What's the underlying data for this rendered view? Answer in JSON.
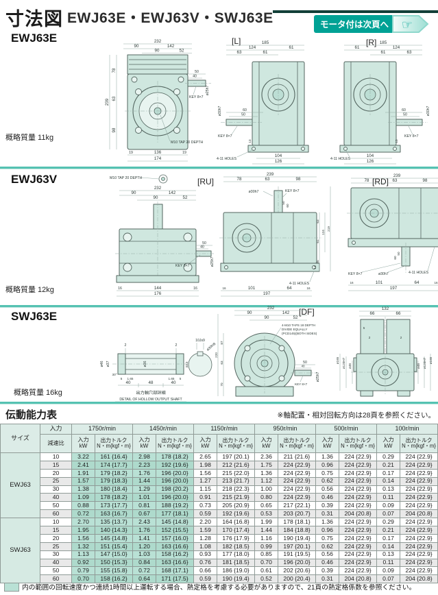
{
  "page": {
    "title": "寸法図",
    "subtitle": "EWJ63E・EWJ63V・SWJ63E",
    "badge": "モータ付は次頁へ"
  },
  "sections": [
    {
      "model": "EWJ63E",
      "mass": "概略質量 11kg",
      "views": [
        "[L]",
        "[R]"
      ]
    },
    {
      "model": "EWJ63V",
      "mass": "概略質量 12kg",
      "views": [
        "[RU]",
        "[RD]"
      ]
    },
    {
      "model": "SWJ63E",
      "mass": "概略質量 16kg",
      "views": [
        "[DF]"
      ]
    }
  ],
  "d": {
    "ef": [
      "232",
      "90",
      "142",
      "90",
      "52",
      "239",
      "78",
      "63",
      "98",
      "50",
      "40",
      "ø25h7",
      "KEY 8×7",
      "M10 TAP 20 DEPTH",
      "19",
      "136",
      "19",
      "174"
    ],
    "el": [
      "185",
      "124",
      "61",
      "63",
      "61",
      "60",
      "50",
      "ø30h7",
      "KEY 8×7",
      "13",
      "4-11 HOLES",
      "104",
      "126"
    ],
    "er": [
      "185",
      "61",
      "124",
      "61",
      "63",
      "60",
      "50",
      "ø30h7",
      "KEY 8×7",
      "13",
      "4-11 HOLES",
      "104",
      "126"
    ],
    "vf": [
      "M10 TAP 20 DEPTH",
      "232",
      "90",
      "142",
      "90",
      "52",
      "50",
      "40",
      "ø25h7",
      "KEY 8×7",
      "16",
      "144",
      "16",
      "176"
    ],
    "vru": [
      "239",
      "78",
      "63",
      "98",
      "ø30h7",
      "KEY 8×7",
      "50",
      "60",
      "63",
      "61",
      "95",
      "124",
      "219",
      "13",
      "16",
      "101",
      "64",
      "16",
      "197",
      "4-11 HOLES"
    ],
    "vrd": [
      "239",
      "78",
      "63",
      "98",
      "61",
      "95",
      "124",
      "185",
      "13",
      "29",
      "50",
      "60",
      "KEY 8×7",
      "ø30h7",
      "4-11 HOLES",
      "16",
      "101",
      "64",
      "16",
      "197"
    ],
    "sd": [
      "2",
      "2",
      "ø46",
      "ø37",
      "30°",
      "ø36",
      "5",
      "1.65",
      "1.65",
      "5",
      "40",
      "48",
      "40",
      "10Js9",
      "ø30H8",
      "33.3"
    ],
    "sd_cap": [
      "出力軸穴部詳細",
      "DETAIL OF HOLLOW OUTPUT SHAFT"
    ],
    "sdf": [
      "232",
      "90",
      "142",
      "90",
      "52",
      "4-M10 TAPS 18 DEPTH",
      "DIVIDE EQUALLY",
      "(PCD145)(BOTH SIDES)",
      "87",
      "220",
      "63",
      "70",
      "50",
      "40",
      "ø25h7",
      "KEY 8×7"
    ],
    "ssub": [
      "132",
      "66",
      "66",
      "ø165",
      "ø120H7",
      "ø48",
      "5",
      "2",
      "2",
      "ø48",
      "ø120H7",
      "ø165"
    ]
  },
  "notes": {
    "axis": "※軸配置・相対回転方向は28頁を参照ください。"
  },
  "table": {
    "title": "伝動能力表",
    "header": {
      "size": "サイズ",
      "input": "入力",
      "ratio": "減速比",
      "speeds": [
        "1750r/min",
        "1450r/min",
        "1150r/min",
        "950r/min",
        "500r/min",
        "100r/min"
      ],
      "sub_input": [
        "入力",
        "kW"
      ],
      "sub_torque": [
        "出力トルク",
        "N・m{kgf・m}"
      ]
    },
    "groups": [
      {
        "size": "EWJ63",
        "rows": [
          {
            "ratio": "10",
            "values": [
              "3.22",
              "161 {16.4}",
              "2.98",
              "178 {18.2}",
              "2.65",
              "197 {20.1}",
              "2.36",
              "211 {21.6}",
              "1.36",
              "224 {22.9}",
              "0.29",
              "224 {22.9}"
            ]
          },
          {
            "ratio": "15",
            "values": [
              "2.41",
              "174 {17.7}",
              "2.23",
              "192 {19.6}",
              "1.98",
              "212 {21.6}",
              "1.75",
              "224 {22.9}",
              "0.96",
              "224 {22.9}",
              "0.21",
              "224 {22.9}"
            ]
          },
          {
            "ratio": "20",
            "values": [
              "1.91",
              "179 {18.2}",
              "1.76",
              "196 {20.0}",
              "1.56",
              "215 {22.0}",
              "1.36",
              "224 {22.9}",
              "0.75",
              "224 {22.9}",
              "0.17",
              "224 {22.9}"
            ]
          },
          {
            "ratio": "25",
            "values": [
              "1.57",
              "179 {18.3}",
              "1.44",
              "196 {20.0}",
              "1.27",
              "213 {21.7}",
              "1.12",
              "224 {22.9}",
              "0.62",
              "224 {22.9}",
              "0.14",
              "224 {22.9}"
            ]
          },
          {
            "ratio": "30",
            "values": [
              "1.38",
              "180 {18.4}",
              "1.29",
              "198 {20.2}",
              "1.15",
              "218 {22.3}",
              "1.00",
              "224 {22.9}",
              "0.56",
              "224 {22.9}",
              "0.13",
              "224 {22.9}"
            ]
          },
          {
            "ratio": "40",
            "values": [
              "1.09",
              "178 {18.2}",
              "1.01",
              "196 {20.0}",
              "0.91",
              "215 {21.9}",
              "0.80",
              "224 {22.9}",
              "0.46",
              "224 {22.9}",
              "0.11",
              "224 {22.9}"
            ]
          },
          {
            "ratio": "50",
            "values": [
              "0.88",
              "173 {17.7}",
              "0.81",
              "188 {19.2}",
              "0.73",
              "205 {20.9}",
              "0.65",
              "217 {22.1}",
              "0.39",
              "224 {22.9}",
              "0.09",
              "224 {22.9}"
            ]
          },
          {
            "ratio": "60",
            "values": [
              "0.72",
              "163 {16.7}",
              "0.67",
              "177 {18.1}",
              "0.59",
              "192 {19.6}",
              "0.53",
              "203 {20.7}",
              "0.31",
              "204 {20.8}",
              "0.07",
              "204 {20.8}"
            ]
          }
        ]
      },
      {
        "size": "SWJ63",
        "rows": [
          {
            "ratio": "10",
            "values": [
              "2.70",
              "135 {13.7}",
              "2.43",
              "145 {14.8}",
              "2.20",
              "164 {16.8}",
              "1.99",
              "178 {18.1}",
              "1.36",
              "224 {22.9}",
              "0.29",
              "224 {22.9}"
            ]
          },
          {
            "ratio": "15",
            "values": [
              "1.95",
              "140 {14.3}",
              "1.76",
              "152 {15.5}",
              "1.59",
              "170 {17.4}",
              "1.44",
              "184 {18.8}",
              "0.96",
              "224 {22.9}",
              "0.21",
              "224 {22.9}"
            ]
          },
          {
            "ratio": "20",
            "values": [
              "1.56",
              "145 {14.8}",
              "1.41",
              "157 {16.0}",
              "1.28",
              "176 {17.9}",
              "1.16",
              "190 {19.4}",
              "0.75",
              "224 {22.9}",
              "0.17",
              "224 {22.9}"
            ]
          },
          {
            "ratio": "25",
            "values": [
              "1.32",
              "151 {15.4}",
              "1.20",
              "163 {16.6}",
              "1.08",
              "182 {18.5}",
              "0.99",
              "197 {20.1}",
              "0.62",
              "224 {22.9}",
              "0.14",
              "224 {22.9}"
            ]
          },
          {
            "ratio": "30",
            "values": [
              "1.13",
              "147 {15.0}",
              "1.03",
              "158 {16.2}",
              "0.93",
              "177 {18.0}",
              "0.85",
              "191 {19.5}",
              "0.56",
              "224 {22.9}",
              "0.13",
              "224 {22.9}"
            ]
          },
          {
            "ratio": "40",
            "values": [
              "0.92",
              "150 {15.3}",
              "0.84",
              "163 {16.6}",
              "0.76",
              "181 {18.5}",
              "0.70",
              "196 {20.0}",
              "0.46",
              "224 {22.9}",
              "0.11",
              "224 {22.9}"
            ]
          },
          {
            "ratio": "50",
            "values": [
              "0.79",
              "155 {15.8}",
              "0.72",
              "168 {17.1}",
              "0.66",
              "186 {19.0}",
              "0.61",
              "202 {20.6}",
              "0.39",
              "224 {22.9}",
              "0.09",
              "224 {22.9}"
            ]
          },
          {
            "ratio": "60",
            "values": [
              "0.70",
              "158 {16.2}",
              "0.64",
              "171 {17.5}",
              "0.59",
              "190 {19.4}",
              "0.52",
              "200 {20.4}",
              "0.31",
              "204 {20.8}",
              "0.07",
              "204 {20.8}"
            ]
          }
        ]
      }
    ],
    "footnote": "内の範囲の回転速度かつ連続1時間以上運転する場合、熱定格を考慮する必要がありますので、21頁の熱定格係数を参照ください。"
  }
}
